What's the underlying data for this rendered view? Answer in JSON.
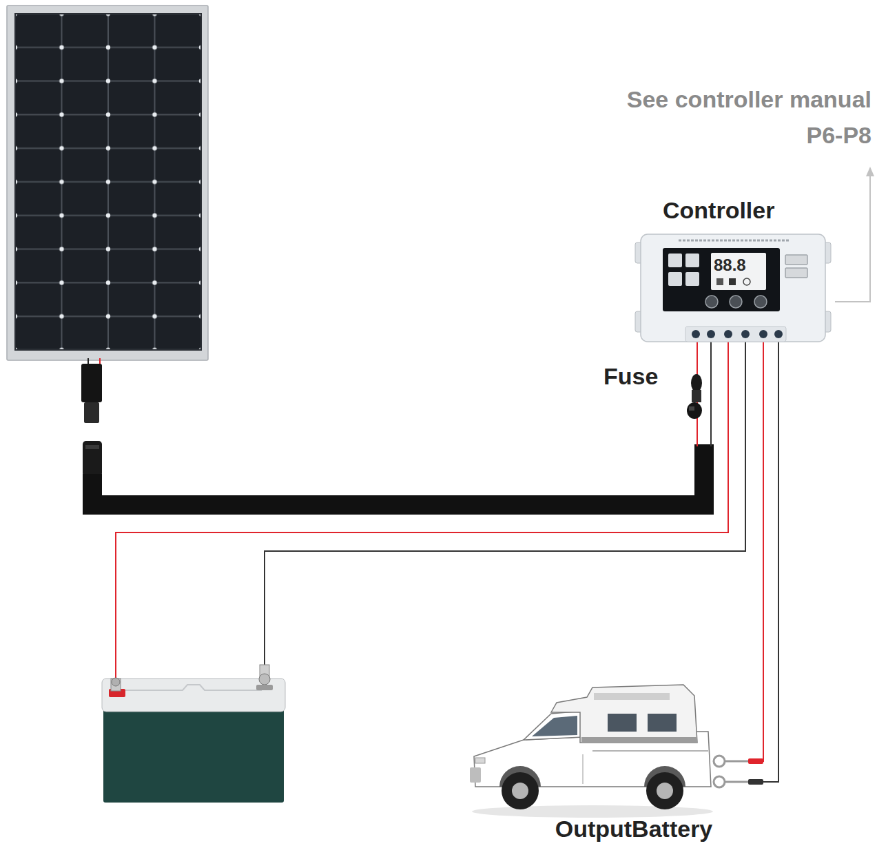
{
  "diagram": {
    "nodes": [
      {
        "text": [
          "Controller"
        ]
      },
      {
        "text": [
          "OutputBattery"
        ]
      }
    ],
    "edges": [
      {
        "from": 0,
        "to": 1,
        "arrow": "none"
      },
      {
        "from": 0,
        "to": 1,
        "arrow": "none"
      }
    ],
    "labels": [
      "See controller manual P6-P8",
      "Fuse",
      "88.8"
    ]
  }
}
